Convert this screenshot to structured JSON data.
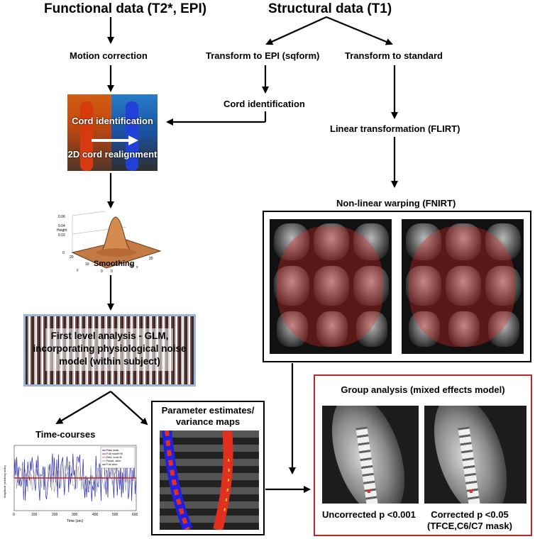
{
  "titles": {
    "functional": "Functional data (T2*, EPI)",
    "structural": "Structural data (T1)"
  },
  "steps": {
    "motion_correction": "Motion correction",
    "transform_epi": "Transform to EPI (sqform)",
    "transform_standard": "Transform to standard",
    "cord_identification": "Cord identification",
    "linear_transformation": "Linear transformation (FLIRT)",
    "nonlinear_warping": "Non-linear warping (FNIRT)",
    "cord_identification_overlay": "Cord identification",
    "cord_realignment_overlay": "2D cord realignment",
    "smoothing": "Smoothing",
    "first_level_line1": "First level analysis - GLM,",
    "first_level_line2": "incorporating physiological noise",
    "first_level_line3": "model (within subject)",
    "time_courses": "Time-courses",
    "parameter_line1": "Parameter estimates/",
    "parameter_line2": "variance maps",
    "group_analysis": "Group analysis (mixed effects model)",
    "uncorrected": "Uncorrected p <0.001",
    "corrected_line1": "Corrected p <0.05",
    "corrected_line2": "(TFCE,C6/C7 mask)"
  },
  "smoothing_plot": {
    "zlabel": "Height",
    "zticks": [
      "0.06",
      "0.04",
      "0.02",
      "0"
    ],
    "xlabel": "x",
    "ylabel": "y",
    "xticks": [
      "20",
      "10",
      "0",
      "0",
      "10",
      "20"
    ]
  },
  "timecourse_plot": {
    "xlabel": "Time (sec)",
    "ylabel": "Amplitude (arbitrary units)",
    "xticks": [
      "0",
      "100",
      "200",
      "300",
      "400",
      "500",
      "600"
    ],
    "legend": [
      "Raw data",
      "Full model fit",
      "Red. cord fit",
      "Resid. slice",
      "Full slice"
    ],
    "colors": {
      "raw": "#1f1fb4",
      "fit": "#c02020",
      "other": "#9b9b9b"
    }
  }
}
